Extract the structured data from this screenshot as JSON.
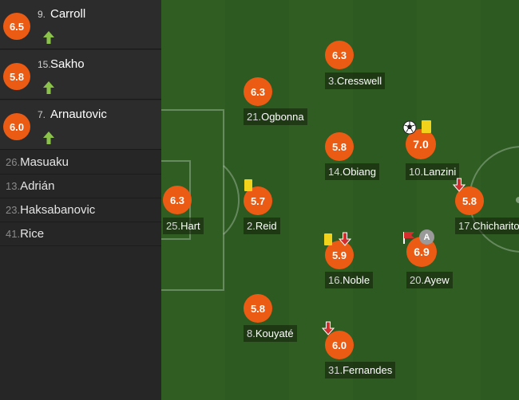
{
  "substitutes_in": [
    {
      "rating": "6.5",
      "number": "9.",
      "name": "Carroll",
      "event": "sub-on-arrow-icon"
    },
    {
      "rating": "5.8",
      "number": "15.",
      "name": "Sakho",
      "event": "sub-on-arrow-icon"
    },
    {
      "rating": "6.0",
      "number": "7.",
      "name": "Arnautovic",
      "event": "sub-on-arrow-icon"
    }
  ],
  "bench": [
    {
      "number": "26.",
      "name": "Masuaku"
    },
    {
      "number": "13.",
      "name": "Adrián"
    },
    {
      "number": "23.",
      "name": "Haksabanovic"
    },
    {
      "number": "41.",
      "name": "Rice"
    }
  ],
  "players": [
    {
      "rating": "6.3",
      "number": "25.",
      "name": "Hart"
    },
    {
      "rating": "6.3",
      "number": "21.",
      "name": "Ogbonna"
    },
    {
      "rating": "5.7",
      "number": "2.",
      "name": "Reid",
      "events": [
        "yellow-card-icon"
      ]
    },
    {
      "rating": "5.8",
      "number": "8.",
      "name": "Kouyaté"
    },
    {
      "rating": "6.3",
      "number": "3.",
      "name": "Cresswell"
    },
    {
      "rating": "5.8",
      "number": "14.",
      "name": "Obiang"
    },
    {
      "rating": "5.9",
      "number": "16.",
      "name": "Noble",
      "events": [
        "yellow-card-icon",
        "sub-off-arrow-icon"
      ]
    },
    {
      "rating": "6.0",
      "number": "31.",
      "name": "Fernandes",
      "events": [
        "sub-off-arrow-icon"
      ]
    },
    {
      "rating": "7.0",
      "number": "10.",
      "name": "Lanzini",
      "events": [
        "goal-ball-icon",
        "yellow-card-icon"
      ]
    },
    {
      "rating": "6.9",
      "number": "20.",
      "name": "Ayew",
      "events": [
        "corner-flag-icon",
        "assist-icon"
      ]
    },
    {
      "rating": "5.8",
      "number": "17.",
      "name": "Chicharito",
      "events": [
        "sub-off-arrow-icon"
      ]
    }
  ],
  "assist_badge": "A",
  "colors": {
    "rating": "#ec5b13",
    "pitch_light": "#2f5d22",
    "pitch_dark": "#29521d",
    "sub_on": "#8bc34a",
    "sub_off": "#d32f2f",
    "yellow_card": "#f2d21b"
  }
}
